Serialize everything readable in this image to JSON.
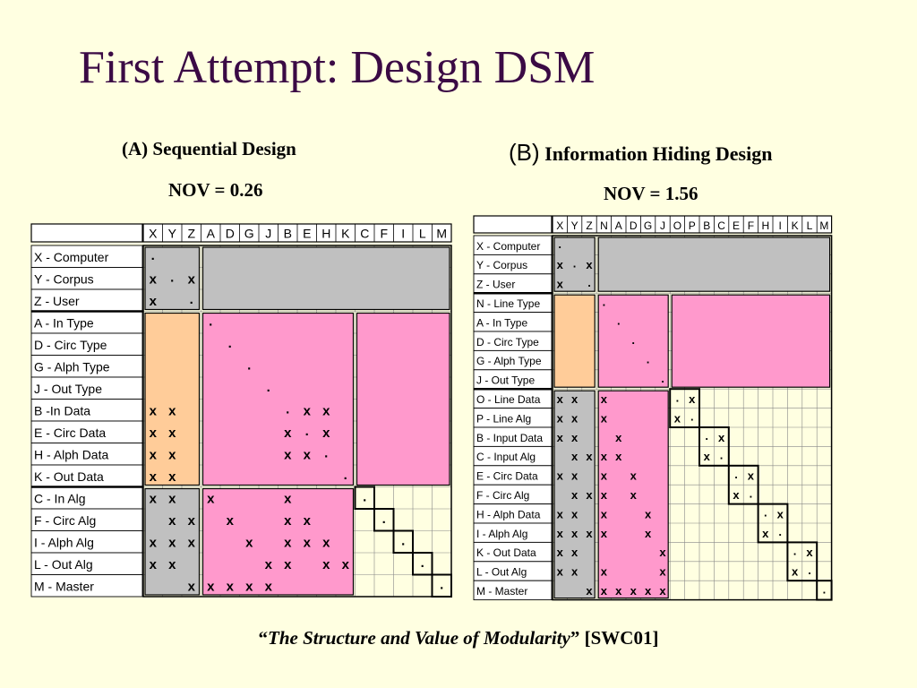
{
  "slide": {
    "title": "First Attempt: Design DSM",
    "citation": {
      "open_quote": "“",
      "italic": "The Structure and Value of Modularity",
      "close_quote": "”",
      "ref": " [SWC01]"
    }
  },
  "colors": {
    "gray": "#C0C0C0",
    "orange": "#FFCC99",
    "pink": "#FF99CC",
    "cell": "#FFFFE1"
  },
  "dsm_a": {
    "label": "(A)",
    "name": "Sequential Design",
    "nov": "NOV = 0.26",
    "columns": [
      "X",
      "Y",
      "Z",
      "A",
      "D",
      "G",
      "J",
      "B",
      "E",
      "H",
      "K",
      "C",
      "F",
      "I",
      "L",
      "M"
    ],
    "rows": [
      {
        "label": "X - Computer",
        "marks": {}
      },
      {
        "label": "Y - Corpus",
        "marks": {
          "0": "x",
          "2": "x"
        }
      },
      {
        "label": "Z - User",
        "marks": {
          "0": "x"
        }
      },
      {
        "label": "A - In Type",
        "marks": {}
      },
      {
        "label": "D - Circ Type",
        "marks": {}
      },
      {
        "label": "G - Alph Type",
        "marks": {}
      },
      {
        "label": "J - Out Type",
        "marks": {}
      },
      {
        "label": "B -In Data",
        "marks": {
          "0": "x",
          "1": "x",
          "8": "x",
          "9": "x"
        }
      },
      {
        "label": "E - Circ Data",
        "marks": {
          "0": "x",
          "1": "x",
          "7": "x",
          "9": "x"
        }
      },
      {
        "label": "H - Alph Data",
        "marks": {
          "0": "x",
          "1": "x",
          "7": "x",
          "8": "x"
        }
      },
      {
        "label": "K - Out Data",
        "marks": {
          "0": "x",
          "1": "x"
        }
      },
      {
        "label": "C  - In Alg",
        "marks": {
          "0": "x",
          "1": "x",
          "3": "x",
          "7": "x"
        }
      },
      {
        "label": "F - Circ Alg",
        "marks": {
          "1": "x",
          "2": "x",
          "4": "x",
          "7": "x",
          "8": "x"
        }
      },
      {
        "label": "I - Alph Alg",
        "marks": {
          "0": "x",
          "1": "x",
          "2": "x",
          "5": "x",
          "7": "x",
          "8": "x",
          "9": "x"
        }
      },
      {
        "label": "L - Out Alg",
        "marks": {
          "0": "x",
          "1": "x",
          "6": "x",
          "7": "x",
          "9": "x",
          "10": "x"
        }
      },
      {
        "label": "M - Master",
        "marks": {
          "2": "x",
          "3": "x",
          "4": "x",
          "5": "x",
          "6": "x"
        }
      }
    ]
  },
  "dsm_b": {
    "label": "(B)",
    "name": "Information Hiding Design",
    "nov": "NOV = 1.56",
    "columns": [
      "X",
      "Y",
      "Z",
      "N",
      "A",
      "D",
      "G",
      "J",
      "O",
      "P",
      "B",
      "C",
      "E",
      "F",
      "H",
      "I",
      "K",
      "L",
      "M"
    ],
    "rows": [
      {
        "label": "X - Computer",
        "marks": {}
      },
      {
        "label": "Y - Corpus",
        "marks": {
          "0": "x",
          "2": "x"
        }
      },
      {
        "label": "Z - User",
        "marks": {
          "0": "x"
        }
      },
      {
        "label": "N - Line Type",
        "marks": {}
      },
      {
        "label": "A - In Type",
        "marks": {}
      },
      {
        "label": "D - Circ Type",
        "marks": {}
      },
      {
        "label": "G - Alph Type",
        "marks": {}
      },
      {
        "label": "J - Out Type",
        "marks": {}
      },
      {
        "label": "O - Line Data",
        "marks": {
          "0": "x",
          "1": "x",
          "3": "x",
          "9": "x"
        }
      },
      {
        "label": "P - Line Alg",
        "marks": {
          "0": "x",
          "1": "x",
          "3": "x",
          "8": "x"
        }
      },
      {
        "label": "B - Input Data",
        "marks": {
          "0": "x",
          "1": "x",
          "4": "x",
          "11": "x"
        }
      },
      {
        "label": "C  - Input Alg",
        "marks": {
          "1": "x",
          "2": "x",
          "3": "x",
          "4": "x",
          "10": "x"
        }
      },
      {
        "label": "E - Circ Data",
        "marks": {
          "0": "x",
          "1": "x",
          "3": "x",
          "5": "x",
          "13": "x"
        }
      },
      {
        "label": "F - Circ Alg",
        "marks": {
          "1": "x",
          "2": "x",
          "3": "x",
          "5": "x",
          "12": "x"
        }
      },
      {
        "label": "H - Alph Data",
        "marks": {
          "0": "x",
          "1": "x",
          "3": "x",
          "6": "x",
          "15": "x"
        }
      },
      {
        "label": "I - Alph Alg",
        "marks": {
          "0": "x",
          "1": "x",
          "2": "x",
          "3": "x",
          "6": "x",
          "14": "x"
        }
      },
      {
        "label": "K - Out Data",
        "marks": {
          "0": "x",
          "1": "x",
          "7": "x",
          "17": "x"
        }
      },
      {
        "label": "L - Out Alg",
        "marks": {
          "0": "x",
          "1": "x",
          "3": "x",
          "7": "x",
          "16": "x"
        }
      },
      {
        "label": "M - Master",
        "marks": {
          "2": "x",
          "3": "x",
          "4": "x",
          "5": "x",
          "6": "x",
          "7": "x"
        }
      }
    ]
  }
}
